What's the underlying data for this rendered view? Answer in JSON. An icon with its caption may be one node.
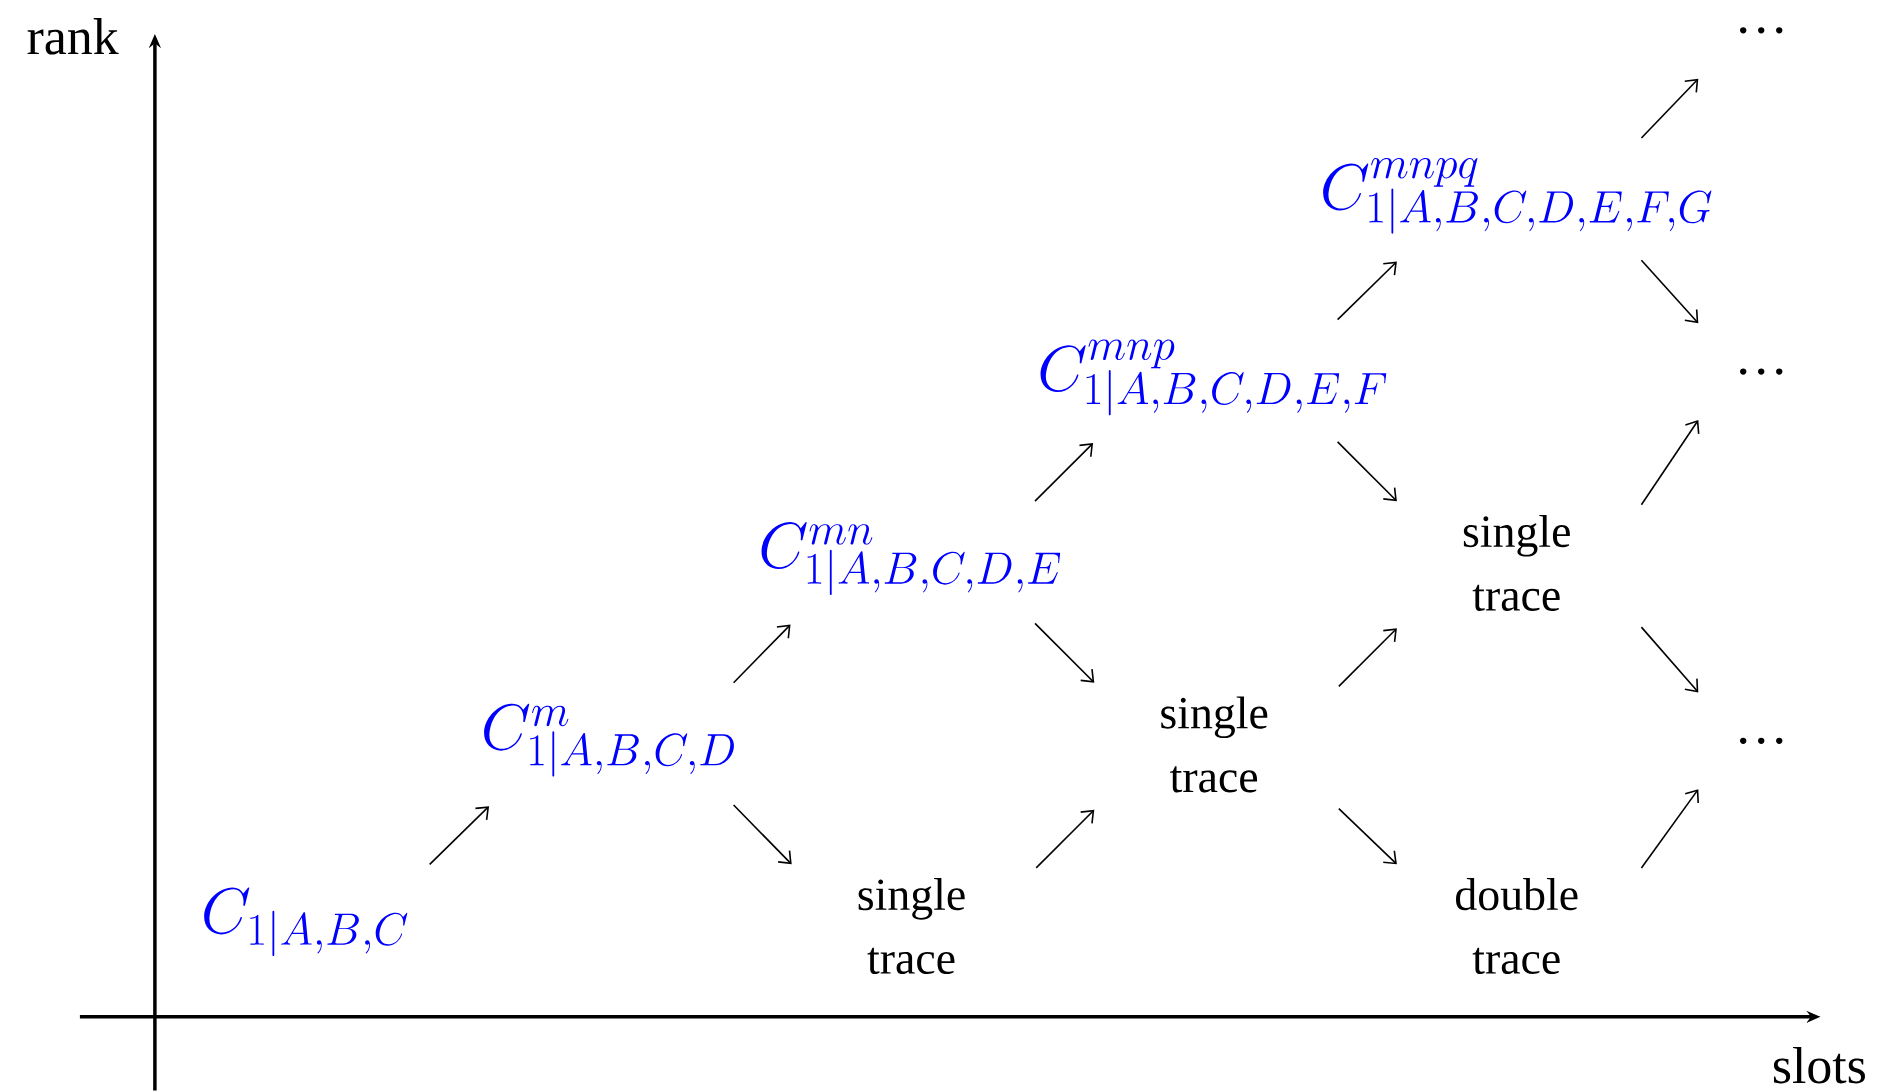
{
  "diagram": {
    "nodes": [
      {
        "text": [
          "C_{1|A,B,C}"
        ]
      },
      {
        "text": [
          "C^{m}_{1|A,B,C,D}"
        ]
      },
      {
        "text": [
          "C^{mn}_{1|A,B,C,D,E}"
        ]
      },
      {
        "text": [
          "C^{mnp}_{1|A,B,C,D,E,F}"
        ]
      },
      {
        "text": [
          "C^{mnpq}_{1|A,B,C,D,E,F,G}"
        ]
      },
      {
        "text": [
          "single trace"
        ]
      },
      {
        "text": [
          "single trace"
        ]
      },
      {
        "text": [
          "single trace"
        ]
      },
      {
        "text": [
          "double trace"
        ]
      },
      {
        "text": [
          "…"
        ]
      },
      {
        "text": [
          "…"
        ]
      },
      {
        "text": [
          "…"
        ]
      }
    ],
    "edges": [
      {
        "from": 0,
        "to": 1,
        "arrow": "to"
      },
      {
        "from": 1,
        "to": 2,
        "arrow": "to"
      },
      {
        "from": 1,
        "to": 5,
        "arrow": "to"
      },
      {
        "from": 2,
        "to": 3,
        "arrow": "to"
      },
      {
        "from": 2,
        "to": 6,
        "arrow": "to"
      },
      {
        "from": 5,
        "to": 6,
        "arrow": "to"
      },
      {
        "from": 3,
        "to": 4,
        "arrow": "to"
      },
      {
        "from": 3,
        "to": 7,
        "arrow": "to"
      },
      {
        "from": 6,
        "to": 7,
        "arrow": "to"
      },
      {
        "from": 6,
        "to": 8,
        "arrow": "to"
      },
      {
        "from": 4,
        "to": 9,
        "arrow": "to"
      },
      {
        "from": 4,
        "to": 10,
        "arrow": "to"
      },
      {
        "from": 7,
        "to": 10,
        "arrow": "to"
      },
      {
        "from": 7,
        "to": 11,
        "arrow": "to"
      },
      {
        "from": 8,
        "to": 11,
        "arrow": "to"
      }
    ],
    "labels": [
      "rank",
      "slots"
    ]
  }
}
